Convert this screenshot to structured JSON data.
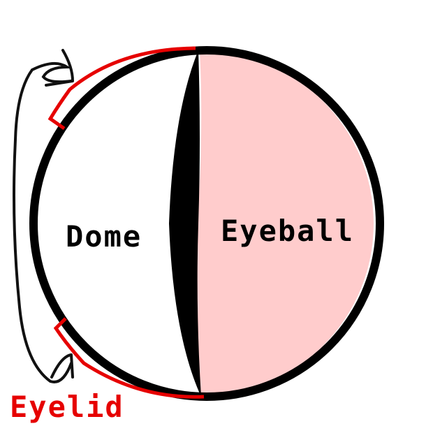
{
  "labels": {
    "dome": "Dome",
    "eyeball": "Eyeball",
    "eyelid": "Eyelid"
  },
  "colors": {
    "outline": "#000000",
    "eyeball_fill": "#ffcccc",
    "eyelid": "#e60000",
    "background": "#ffffff"
  }
}
